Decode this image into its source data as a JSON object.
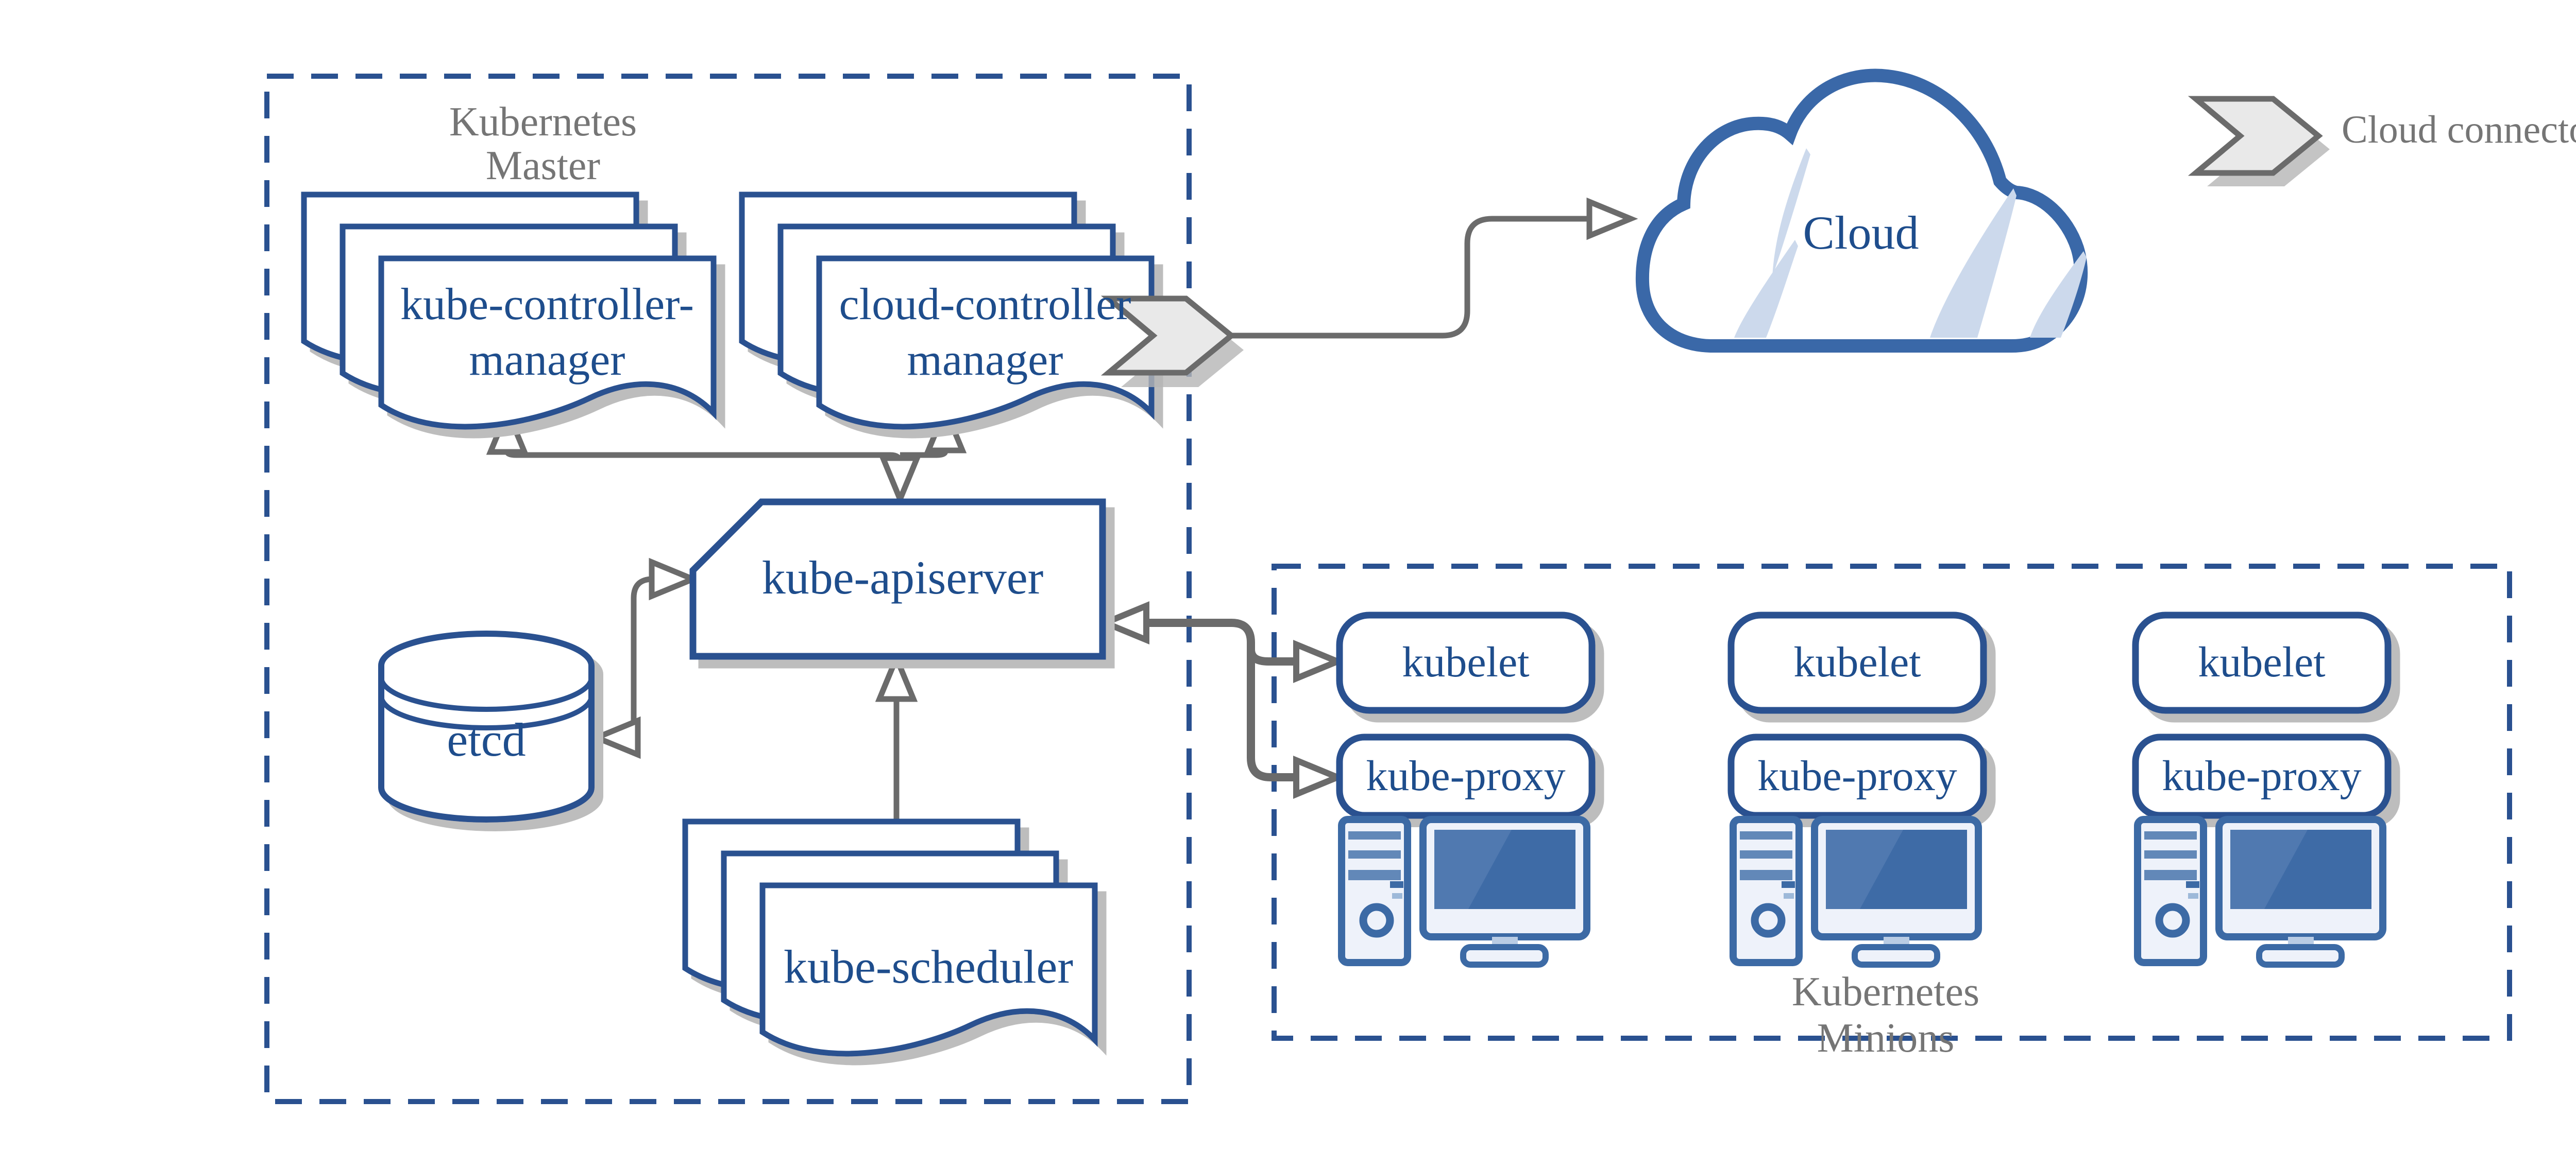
{
  "diagram": {
    "master": {
      "title_line1": "Kubernetes",
      "title_line2": "Master"
    },
    "minions": {
      "title_line1": "Kubernetes",
      "title_line2": "Minions"
    },
    "legend": {
      "label": "Cloud connector"
    },
    "nodes": {
      "kube_controller_manager": {
        "line1": "kube-controller-",
        "line2": "manager"
      },
      "cloud_controller_manager": {
        "line1": "cloud-controller",
        "line2": "manager"
      },
      "kube_apiserver": {
        "label": "kube-apiserver"
      },
      "etcd": {
        "label": "etcd"
      },
      "kube_scheduler": {
        "label": "kube-scheduler"
      },
      "cloud": {
        "label": "Cloud"
      }
    },
    "minion_columns": [
      {
        "kubelet": "kubelet",
        "kube_proxy": "kube-proxy"
      },
      {
        "kubelet": "kubelet",
        "kube_proxy": "kube-proxy"
      },
      {
        "kubelet": "kubelet",
        "kube_proxy": "kube-proxy"
      }
    ],
    "colors": {
      "shape_stroke": "#2a5190",
      "text_blue": "#1e4d8c",
      "text_gray": "#757575",
      "connector_gray": "#6b6b6b",
      "shadow": "#bdbdbd",
      "chevron_fill": "#e9e9e9",
      "node_fill": "#ffffff",
      "computer_fill": "#eef2fa",
      "computer_stroke": "#3c6aa5",
      "slat_fill": "#6288b8",
      "screen_fill": "#3e6ba6",
      "screen_highlight": "#5f85b8",
      "accent_blue": "#ccd9ec",
      "cloud_stroke": "#3a68a8",
      "neck_fill": "#b9cce4",
      "dash_light": "#9db9d9"
    }
  }
}
